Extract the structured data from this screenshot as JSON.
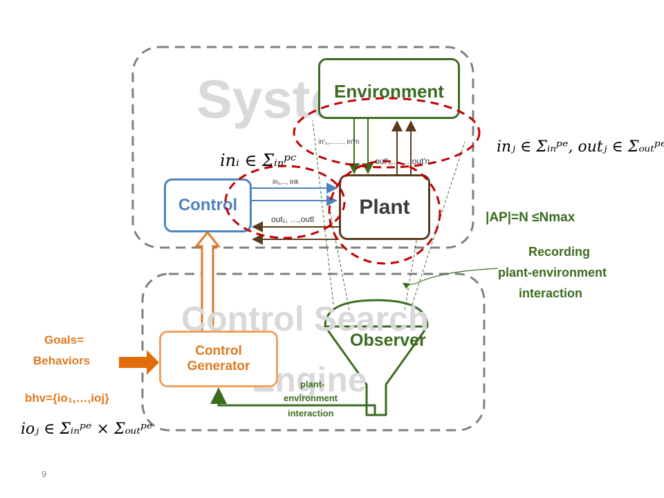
{
  "system_label": "System",
  "search_engine_label": [
    "Control Search",
    "Engine"
  ],
  "blocks": {
    "environment": "Environment",
    "control": "Control",
    "plant": "Plant",
    "observer": "Observer",
    "control_generator": [
      "Control",
      "Generator"
    ]
  },
  "signals": {
    "env_to_plant": "in'₁,……, in'm",
    "plant_to_env": "out'₁,……,out'n",
    "control_to_plant": "in₁,.., ink",
    "plant_to_control": "out₁, …,outl",
    "observer_to_generator": [
      "plant-",
      "environment",
      "interaction"
    ]
  },
  "formulas": {
    "in_i": "inᵢ ∈ Σᵢₙᵖᶜ",
    "in_out_j": "inⱼ ∈ Σᵢₙᵖᵉ, outⱼ ∈ Σₒᵤₜᵖᵉ",
    "io_j": "ioⱼ ∈ Σᵢₙᵖᵉ × Σₒᵤₜᵖᵉ"
  },
  "annotations": {
    "ap": "|AP|=N ≤Nmax",
    "recording": [
      "Recording",
      "plant-environment",
      "interaction"
    ],
    "goals": [
      "Goals=",
      "Behaviors"
    ],
    "bhv": "bhv={io₁,…,ioj}"
  },
  "page_number": "9",
  "colors": {
    "green": "#3a6b1e",
    "brown": "#5a3a1c",
    "blue": "#4f81bd",
    "orange": "#e0791f",
    "red_dashed": "#c00000",
    "grey_dashed": "#7f7f7f"
  }
}
